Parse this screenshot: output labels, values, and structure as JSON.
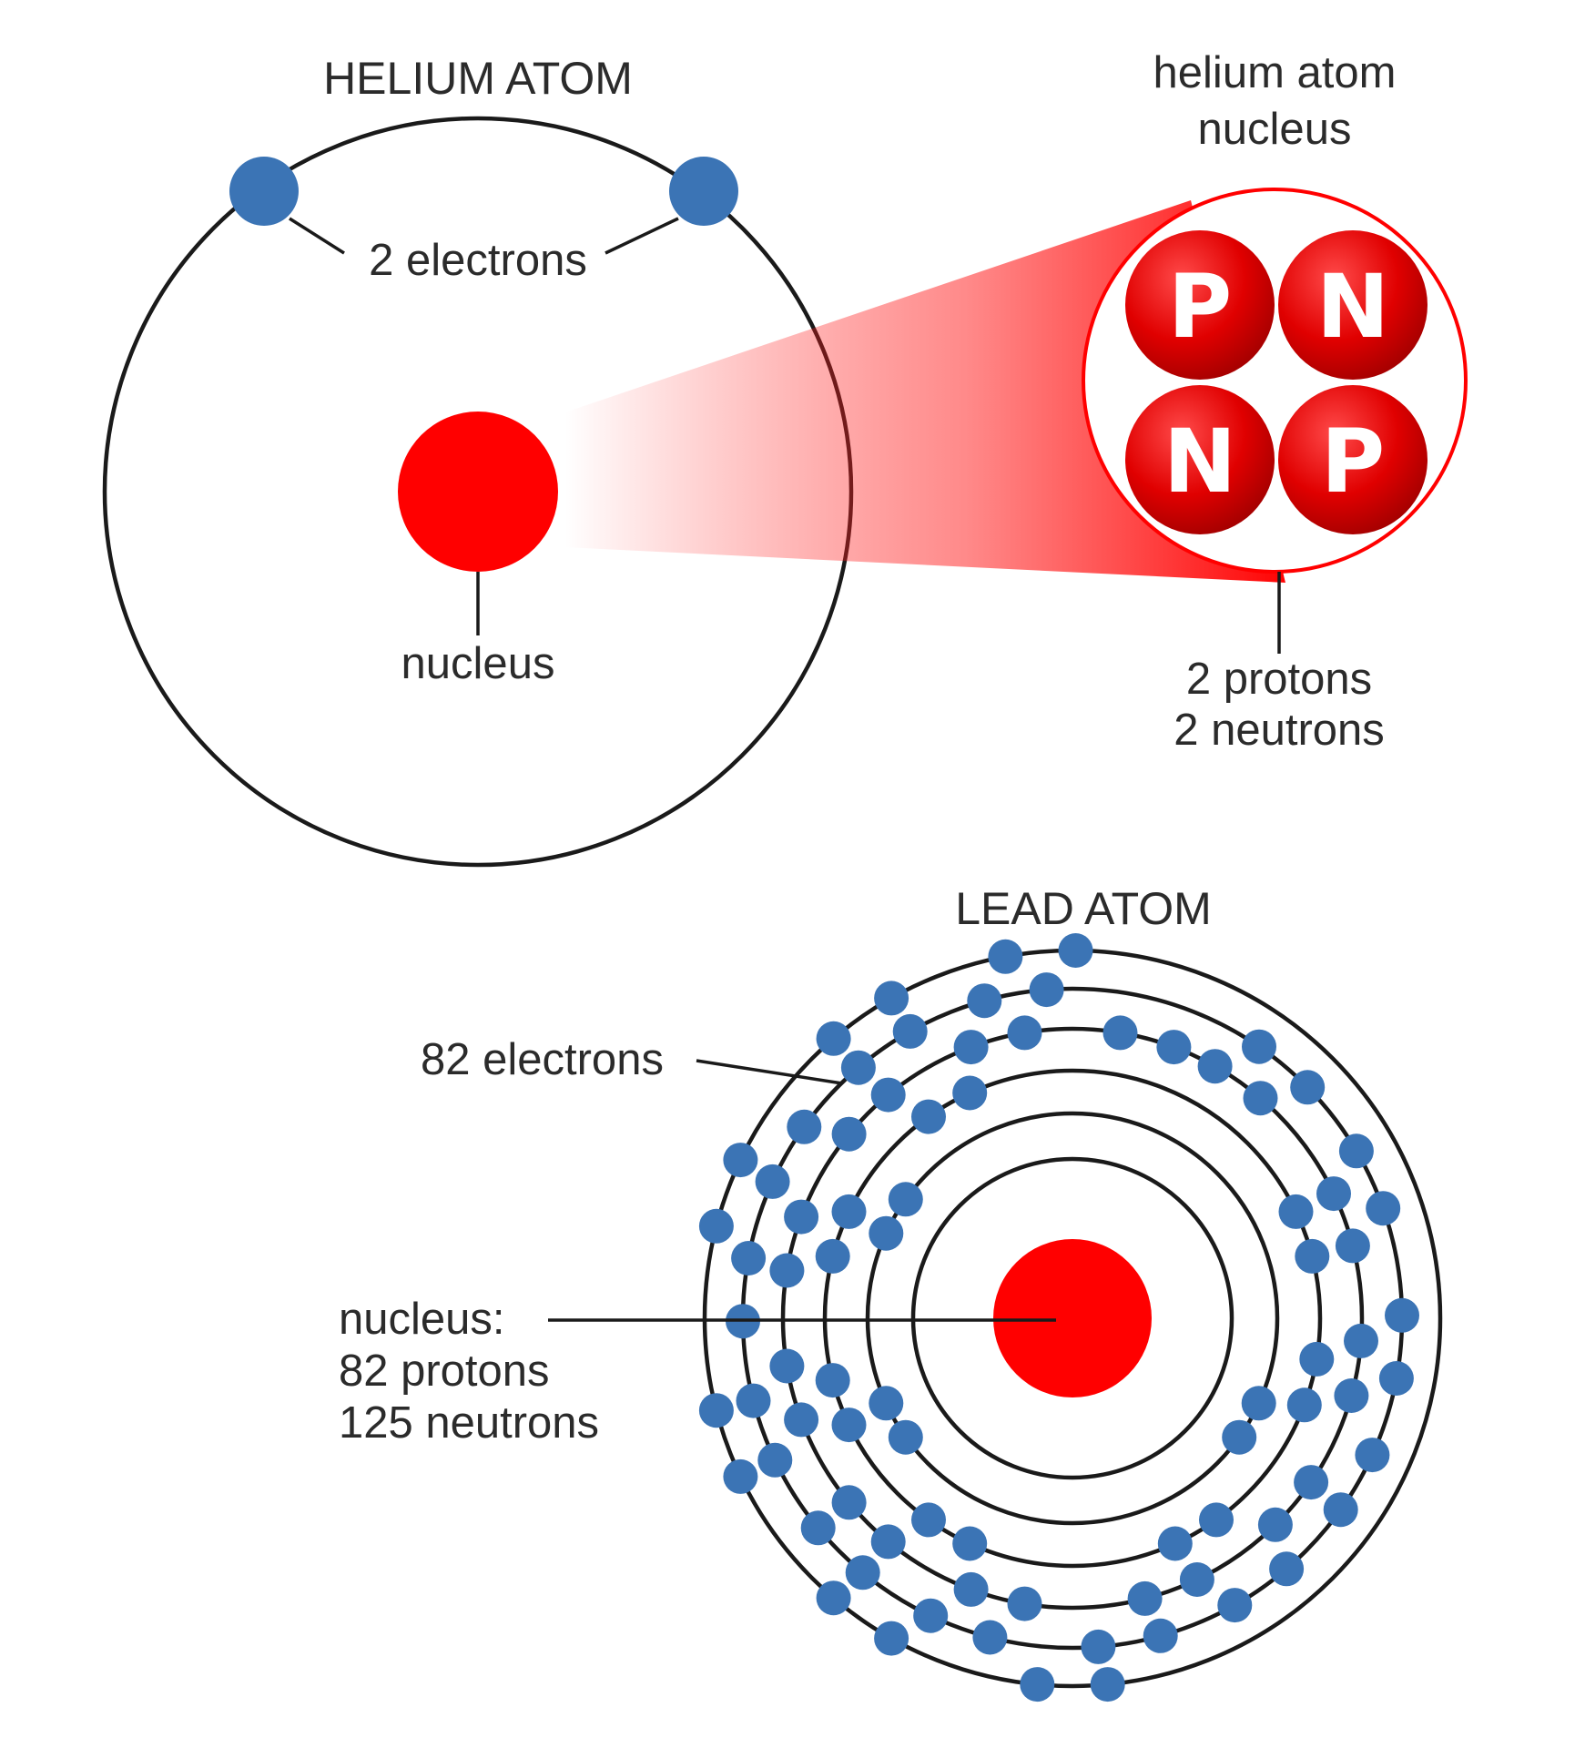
{
  "helium": {
    "title": "HELIUM ATOM",
    "electrons_label": "2 electrons",
    "nucleus_label": "nucleus",
    "zoom_title_line1": "helium atom",
    "zoom_title_line2": "nucleus",
    "particles": [
      "P",
      "N",
      "N",
      "P"
    ],
    "composition_line1": "2 protons",
    "composition_line2": "2 neutrons"
  },
  "lead": {
    "title": "LEAD ATOM",
    "electrons_label": "82 electrons",
    "nucleus_line1": "nucleus:",
    "nucleus_line2": "82 protons",
    "nucleus_line3": "125 neutrons"
  },
  "colors": {
    "nucleus": "#ff0000",
    "electron": "#3b74b5",
    "particle": "#d40000",
    "line": "#1a1a1a",
    "text": "#2b2b2b"
  }
}
